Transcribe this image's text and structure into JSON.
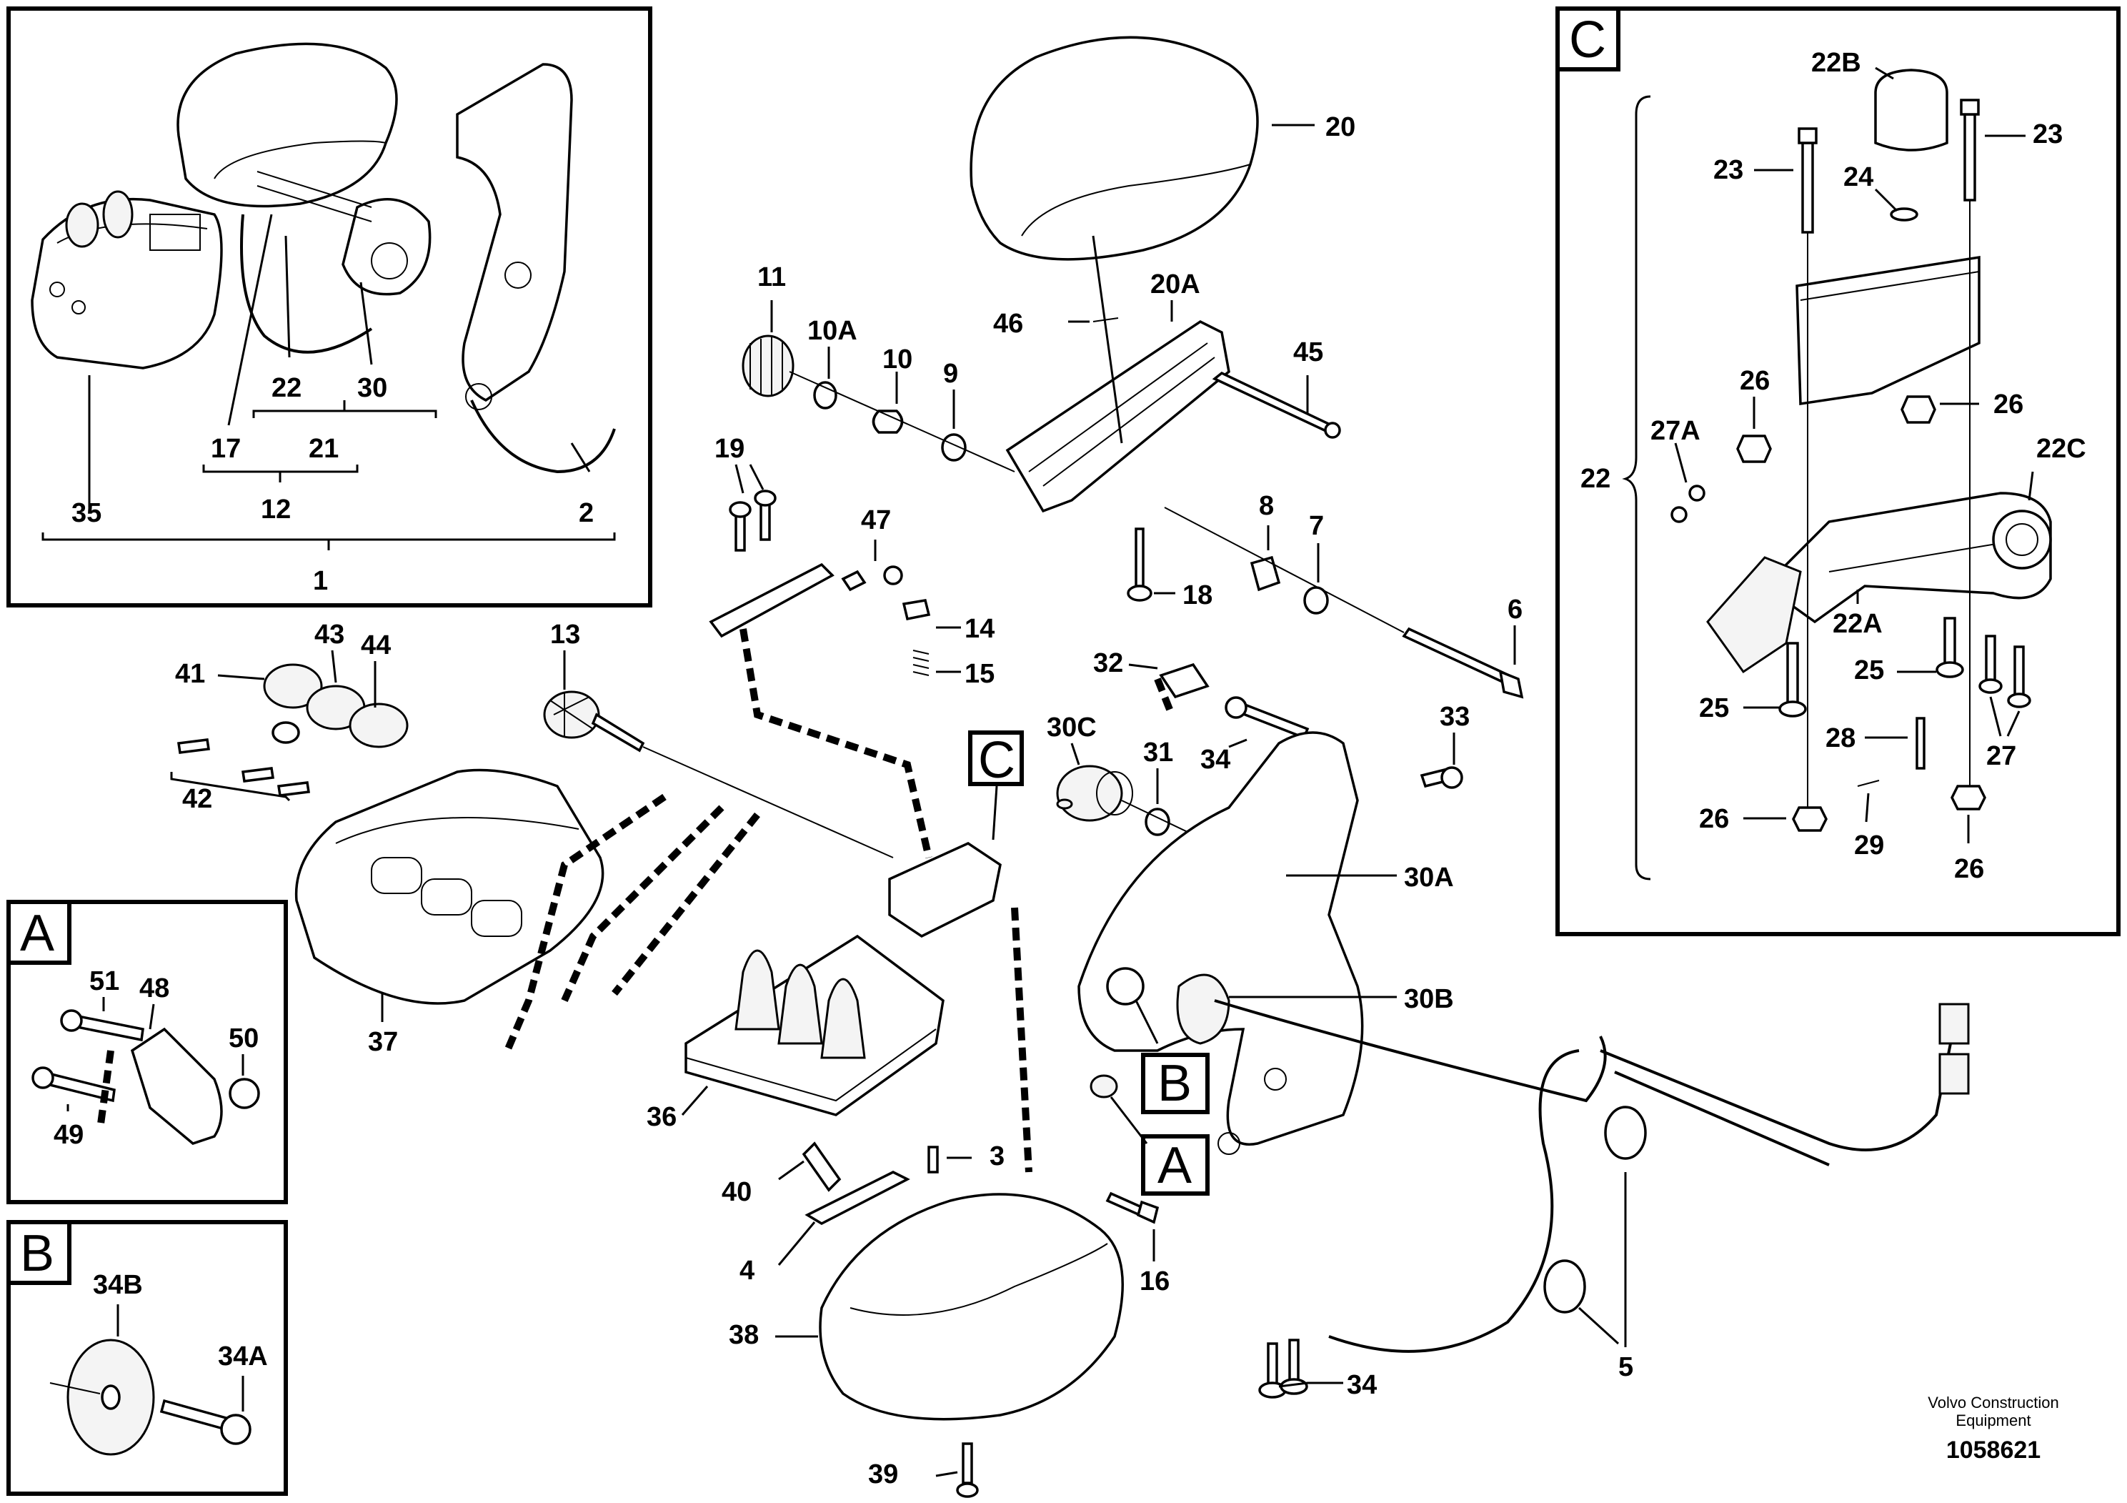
{
  "labels": {
    "p1": "1",
    "p2": "2",
    "p3": "3",
    "p4": "4",
    "p5": "5",
    "p6": "6",
    "p7": "7",
    "p8": "8",
    "p9": "9",
    "p10": "10",
    "p10a": "10A",
    "p11": "11",
    "p12": "12",
    "p13": "13",
    "p14": "14",
    "p15": "15",
    "p16": "16",
    "p17": "17",
    "p18": "18",
    "p19": "19",
    "p20": "20",
    "p20a": "20A",
    "p21": "21",
    "p22": "22",
    "p30": "30",
    "p30a": "30A",
    "p30b": "30B",
    "p30c": "30C",
    "p31": "31",
    "p32": "32",
    "p33": "33",
    "p34": "34",
    "p34_low": "34",
    "p35": "35",
    "p36": "36",
    "p37": "37",
    "p38": "38",
    "p39": "39",
    "p40": "40",
    "p41": "41",
    "p42": "42",
    "p43": "43",
    "p44": "44",
    "p45": "45",
    "p46": "46",
    "p47": "47",
    "a48": "48",
    "a49": "49",
    "a50": "50",
    "a51": "51",
    "b34a": "34A",
    "b34b": "34B",
    "c22": "22",
    "c22a": "22A",
    "c22b": "22B",
    "c22c": "22C",
    "c23l": "23",
    "c23r": "23",
    "c24": "24",
    "c25l": "25",
    "c25r": "25",
    "c26a": "26",
    "c26b": "26",
    "c26c": "26",
    "c26d": "26",
    "c27": "27",
    "c27a": "27A",
    "c28": "28",
    "c29": "29"
  },
  "boxes": {
    "a": "A",
    "b": "B",
    "c": "C",
    "callout_a": "A",
    "callout_b": "B",
    "callout_c": "C"
  },
  "credit": {
    "line1": "Volvo Construction",
    "line2": "Equipment",
    "number": "1058621"
  }
}
